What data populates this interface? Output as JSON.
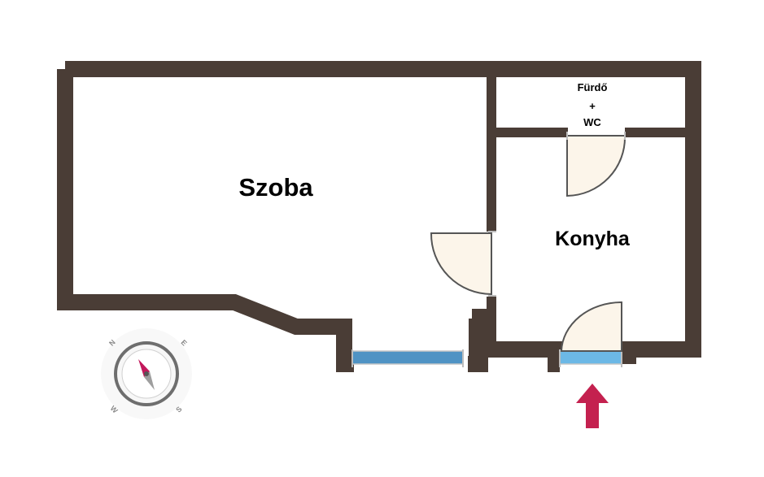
{
  "rooms": {
    "szoba": "Szoba",
    "konyha": "Konyha",
    "furdo_line1": "Fürdő",
    "furdo_line2": "+",
    "furdo_line3": "WC"
  },
  "compass": {
    "north": "N",
    "east": "E",
    "south": "S",
    "west": "W",
    "icon": "compass-icon"
  },
  "entrance": {
    "icon": "entrance-arrow-icon"
  },
  "colors": {
    "wall": "#4a3d36",
    "door_fill": "#fcf5ea",
    "window_blue": "#4f93c4",
    "window_light_blue": "#6cb8e6",
    "arrow": "#c4214f",
    "compass_needle": "#c2185b"
  }
}
